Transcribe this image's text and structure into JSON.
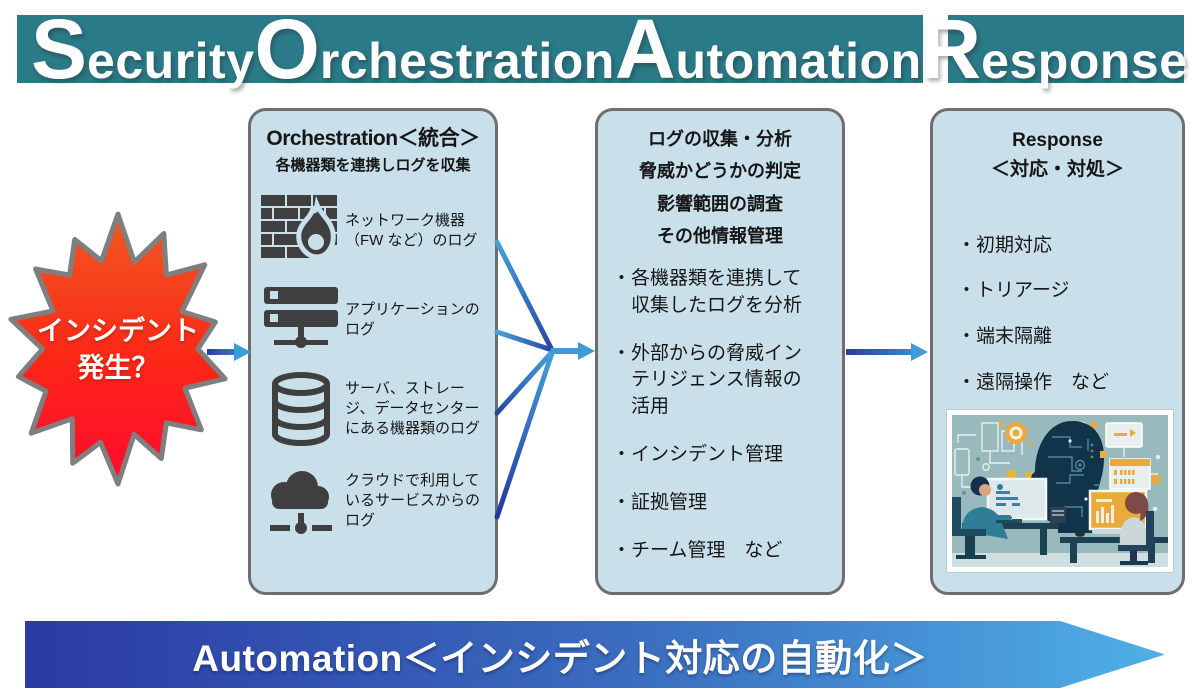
{
  "title_banner": {
    "background": "#2A7A88",
    "text_color": "#FFFFFF",
    "segment1_words": [
      {
        "initial": "S",
        "rest": "ecurity"
      },
      {
        "initial": "O",
        "rest": "rchestration"
      },
      {
        "initial": "A",
        "rest": "utomation"
      }
    ],
    "segment2_words": [
      {
        "initial": "R",
        "rest": "esponse"
      }
    ]
  },
  "incident_burst": {
    "line1": "インシデント",
    "line2": "発生？",
    "fill_top": "#EF5A22",
    "fill_bottom": "#FF0B2F",
    "outline": "#7F7F7F"
  },
  "orchestration_panel": {
    "title": "Orchestration＜統合＞",
    "subtitle": "各機器類を連携しログを収集",
    "items": [
      {
        "icon": "firewall-icon",
        "label": "ネットワーク機器（FW など）のログ"
      },
      {
        "icon": "server-icon",
        "label": "アプリケーションのログ"
      },
      {
        "icon": "database-icon",
        "label": "サーバ、ストレージ、データセンターにある機器類のログ"
      },
      {
        "icon": "cloud-icon",
        "label": "クラウドで利用しているサービスからのログ"
      }
    ]
  },
  "analysis_panel": {
    "header_lines": [
      "ログの収集・分析",
      "脅威かどうかの判定",
      "影響範囲の調査",
      "その他情報管理"
    ],
    "bullets": [
      "・各機器類を連携して収集したログを分析",
      "・外部からの脅威インテリジェンス情報の活用",
      "・インシデント管理",
      "・証拠管理",
      "・チーム管理　など"
    ]
  },
  "response_panel": {
    "title_line1": "Response",
    "title_line2": "＜対応・対処＞",
    "bullets": [
      "・初期対応",
      "・トリアージ",
      "・端末隔離",
      "・遠隔操作　など"
    ],
    "illustration": "ai-analyst-illustration"
  },
  "automation_banner": {
    "label": "Automation＜インシデント対応の自動化＞",
    "gradient_left": "#2B3AA5",
    "gradient_right": "#4FB0E8"
  },
  "panel_style": {
    "fill": "#C9E0EB",
    "border": "#6E6E6E"
  },
  "arrow_colors": {
    "dark": "#2B3C9C",
    "light": "#3E9BD6"
  }
}
